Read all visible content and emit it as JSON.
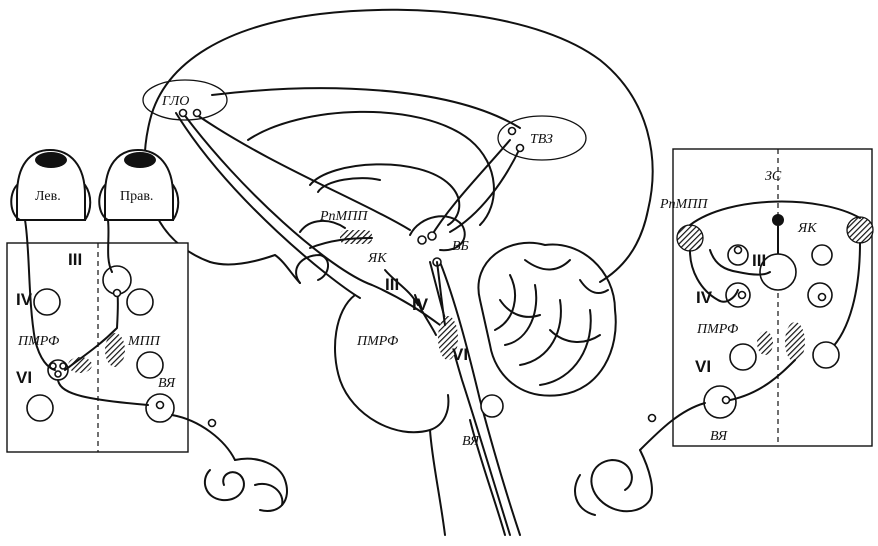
{
  "left_panel": {
    "eye_left": "Лев.",
    "eye_right": "Прав.",
    "nucleus_III": "III",
    "nucleus_IV": "IV",
    "nucleus_VI": "VI",
    "pmrf": "ПМРФ",
    "mpp": "МПП",
    "vya": "ВЯ"
  },
  "center": {
    "glo": "ГЛО",
    "tvz": "ТВЗ",
    "rnmpp": "РпМПП",
    "vb": "ВБ",
    "yak": "ЯК",
    "nucleus_III": "III",
    "nucleus_IV": "IV",
    "nucleus_VI": "VI",
    "pmrf": "ПМРФ",
    "vya": "ВЯ"
  },
  "right_panel": {
    "zs": "ЗС",
    "rnmpp": "РпМПП",
    "yak": "ЯК",
    "nucleus_III": "III",
    "nucleus_IV": "IV",
    "nucleus_VI": "VI",
    "pmrf": "ПМРФ",
    "vya": "ВЯ"
  }
}
